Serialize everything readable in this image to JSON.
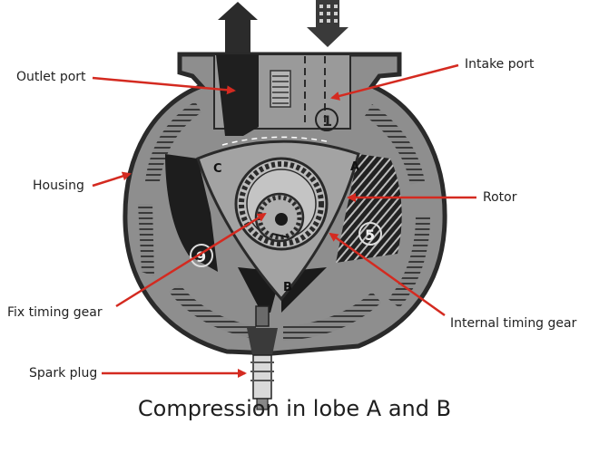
{
  "labels": {
    "outlet_port": "Outlet port",
    "intake_port": "Intake port",
    "housing": "Housing",
    "rotor": "Rotor",
    "fix_timing_gear": "Fix timing gear",
    "internal_timing_gear": "Internal timing gear",
    "spark_plug": "Spark plug"
  },
  "diagram_marks": {
    "lobe_a": "A",
    "lobe_b": "B",
    "lobe_c": "C",
    "phase_1": "1",
    "phase_5": "5",
    "phase_9": "9"
  },
  "caption": "Compression in lobe A and B",
  "colors": {
    "arrow": "#d42a20",
    "housing_dark": "#2a2a2a",
    "rotor_gray": "#a3a3a3",
    "background": "#ffffff"
  }
}
